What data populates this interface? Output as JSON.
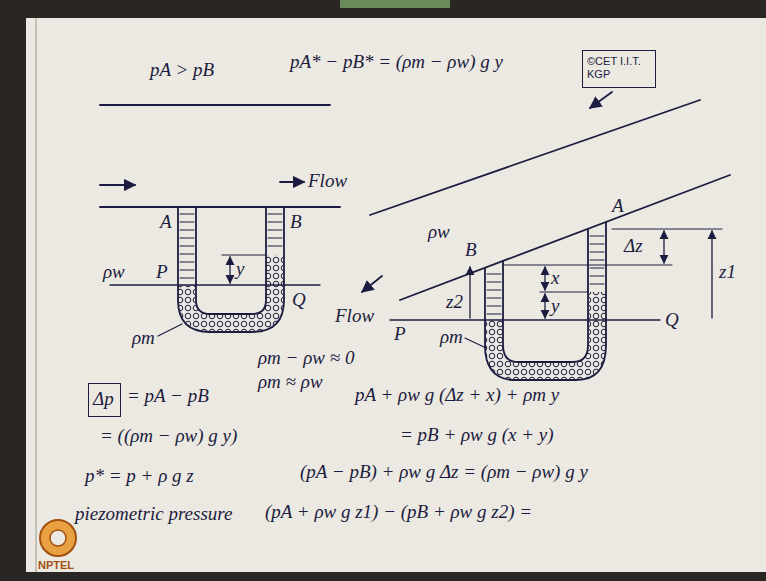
{
  "diagram": {
    "nodes": [
      {
        "text": [
          "©CET I.I.T. KGP"
        ]
      },
      {
        "text": [
          "Δp"
        ]
      }
    ],
    "labels": [
      "pA > pB",
      "pA* − pB* = (ρm − ρw) g y",
      "Flow",
      "A",
      "B",
      "y",
      "ρw",
      "P",
      "Q",
      "ρm",
      "ρm − ρw ≈ 0",
      "ρm ≈ ρw",
      "= pA − pB",
      "pA + ρw g (Δz + x) + ρm y",
      "= ((ρm − ρw) g y)",
      "= pB + ρw g (x + y)",
      "p* = p + ρ g z",
      "(pA − pB) + ρw g Δz = (ρm − ρw) g y",
      "piezometric pressure",
      "(pA + ρw g z1) − (pB + ρw g z2) =",
      "A",
      "B",
      "Δz",
      "z1",
      "ρw",
      "z2",
      "x",
      "y",
      "P",
      "ρm",
      "Q",
      "Flow",
      "NPTEL"
    ]
  }
}
